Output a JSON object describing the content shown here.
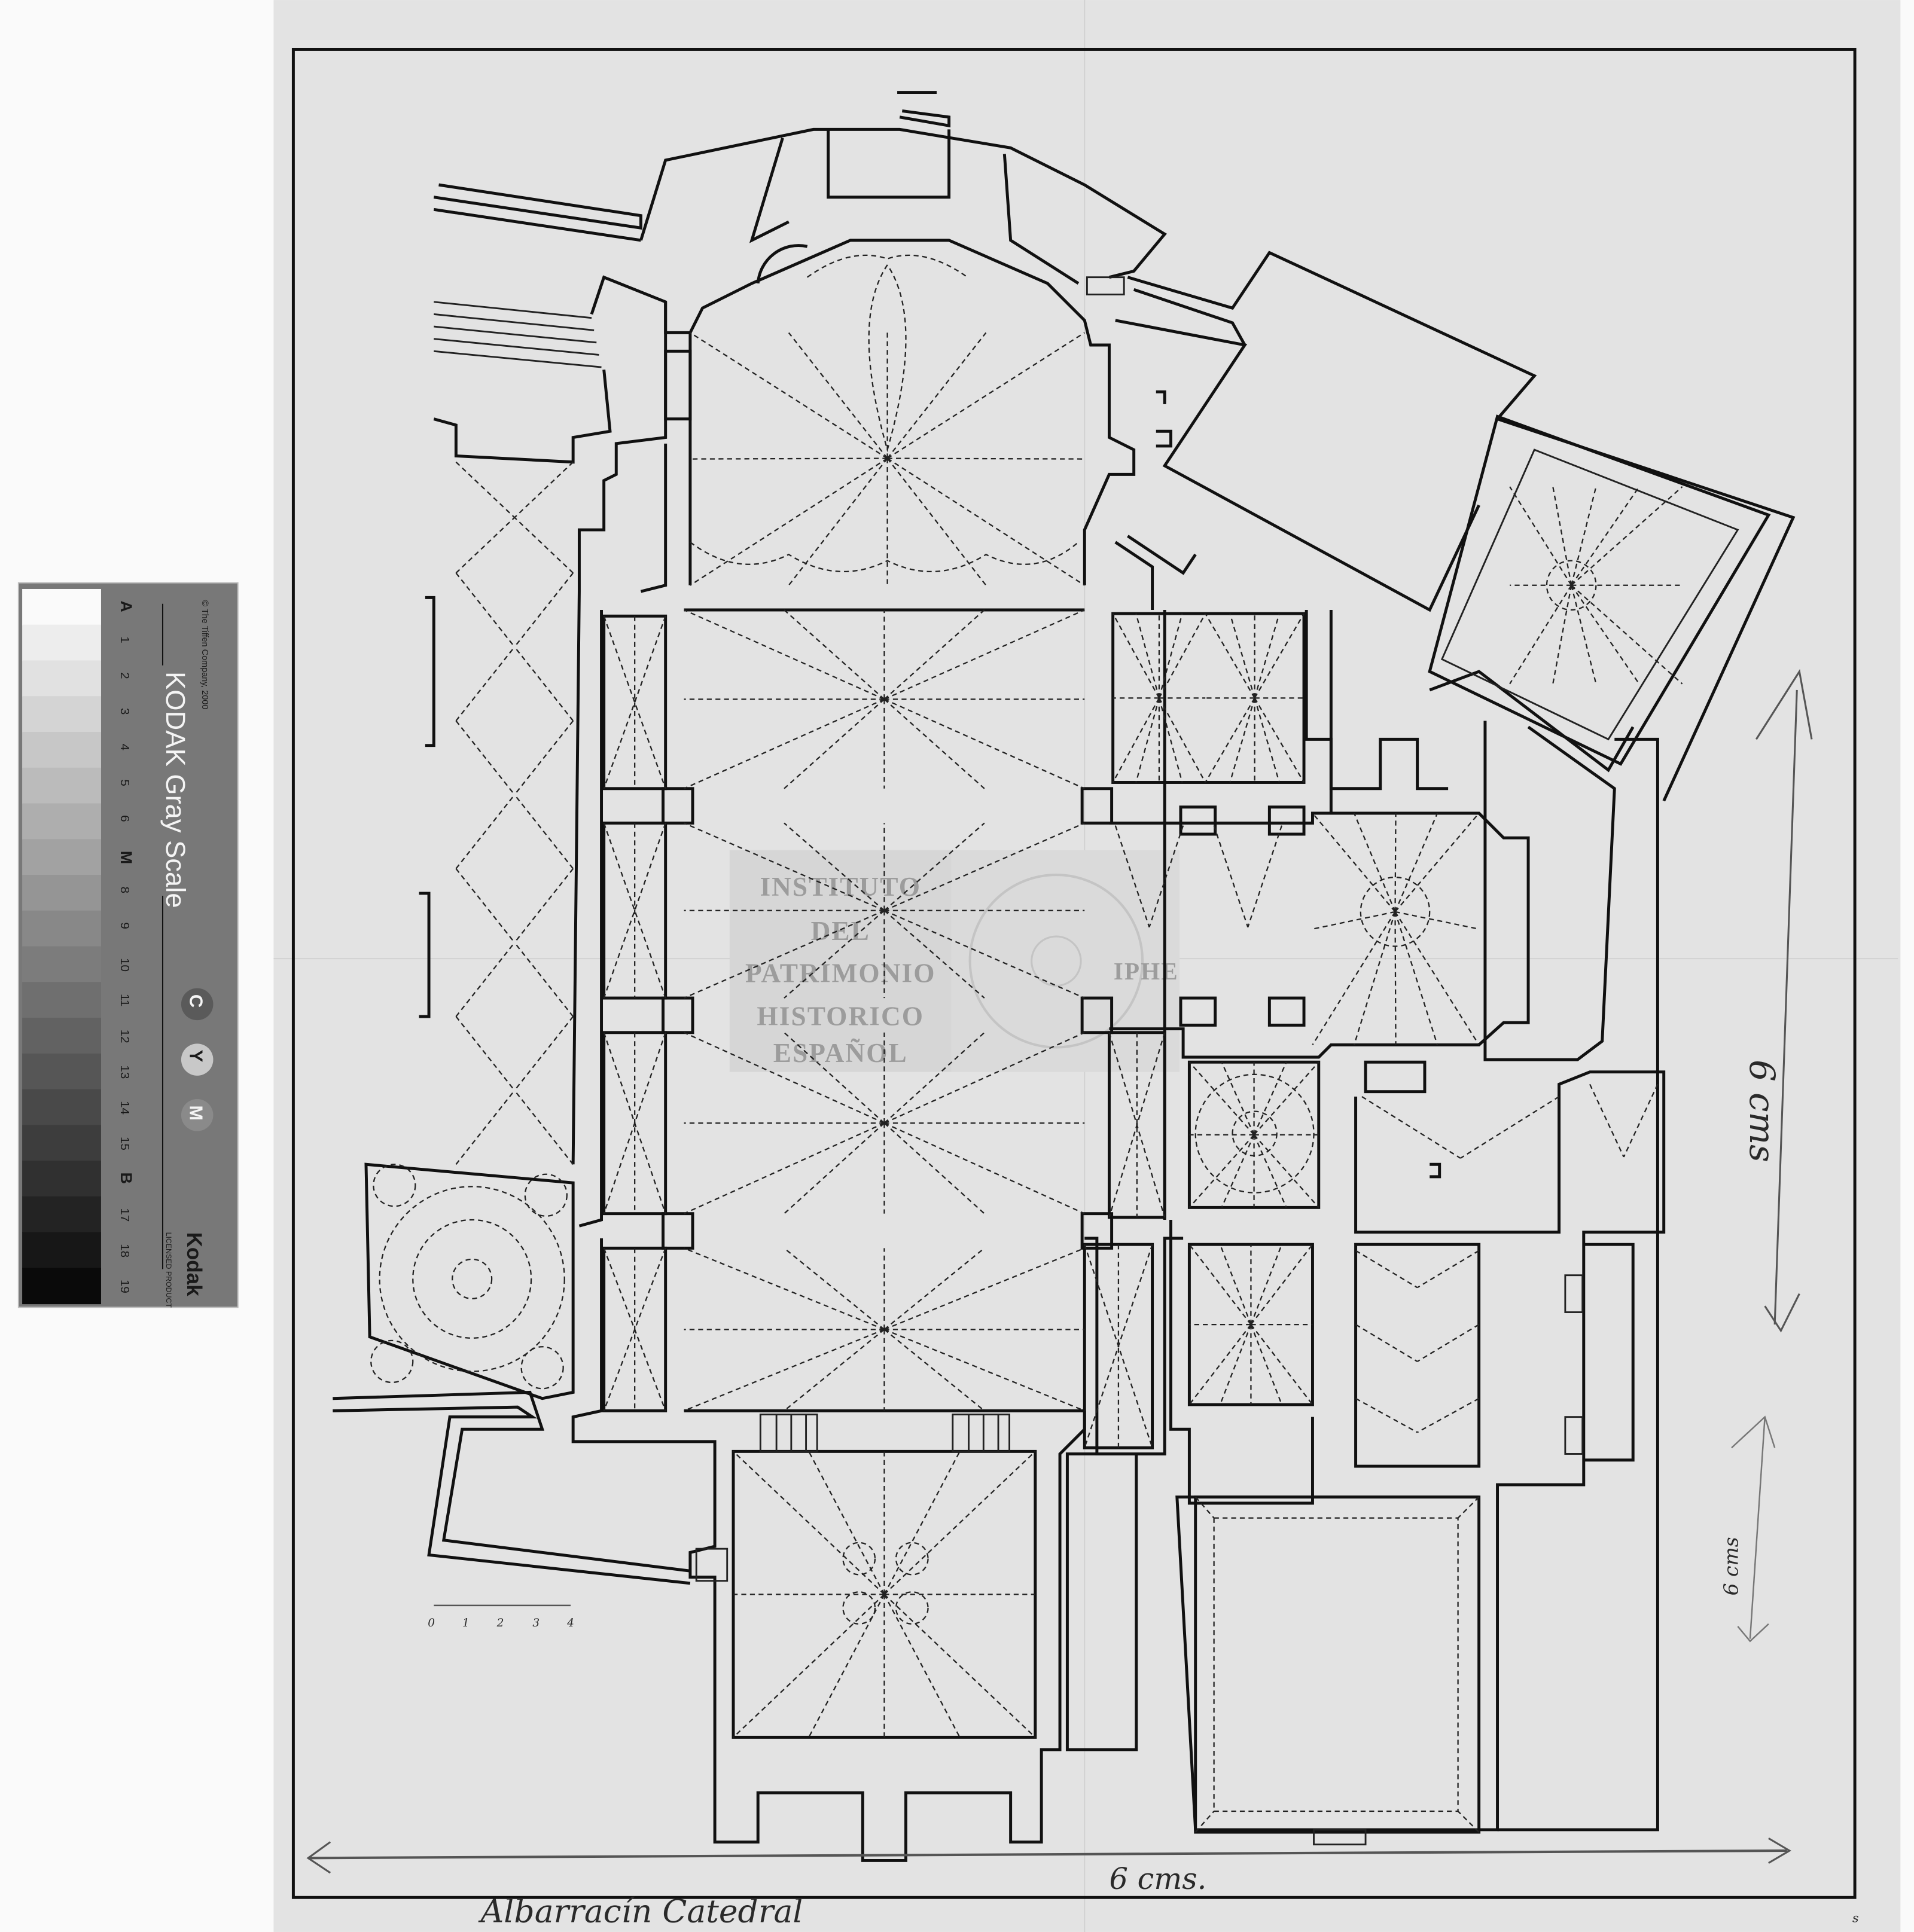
{
  "plan": {
    "title_handwritten": "Albarracín Catedral",
    "bottom_dimension": "6 cms.",
    "right_dimension": "6 cms",
    "right_small_dimension": "6 cms",
    "corner_mark": "s",
    "scale_bar": {
      "labels": [
        "0",
        "1",
        "2",
        "3",
        "4"
      ]
    }
  },
  "watermark": {
    "lines": [
      "INSTITUTO",
      "DEL",
      "PATRIMONIO",
      "HISTORICO",
      "ESPAÑOL"
    ],
    "seal_text": "IPHE"
  },
  "gray_scale_card": {
    "title": "KODAK Gray Scale",
    "copyright": "© The Tiffen Company, 2000",
    "steps": [
      "A",
      "1",
      "2",
      "3",
      "4",
      "5",
      "6",
      "M",
      "8",
      "9",
      "10",
      "11",
      "12",
      "13",
      "14",
      "15",
      "B",
      "17",
      "18",
      "19"
    ],
    "color_patches": [
      "C",
      "Y",
      "M"
    ],
    "brand": "Kodak",
    "brand_sub": "LICENSED PRODUCT"
  },
  "colors": {
    "paper": "#e3e3e3",
    "ink": "#111111",
    "card": "#7a7a7a"
  }
}
